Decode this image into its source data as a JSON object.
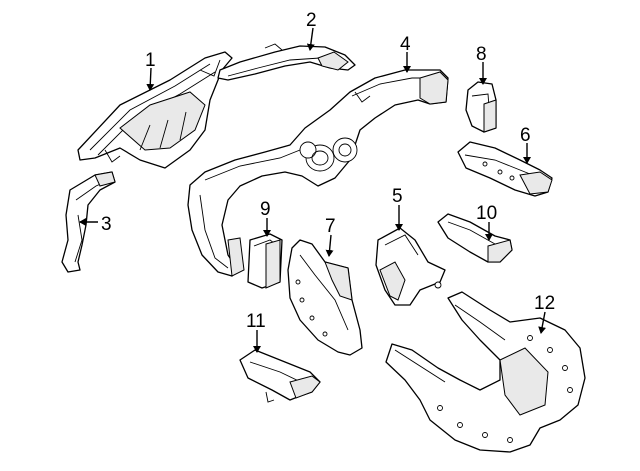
{
  "callouts": [
    {
      "id": "1",
      "text": "1"
    },
    {
      "id": "2",
      "text": "2"
    },
    {
      "id": "3",
      "text": "3"
    },
    {
      "id": "4",
      "text": "4"
    },
    {
      "id": "5",
      "text": "5"
    },
    {
      "id": "6",
      "text": "6"
    },
    {
      "id": "7",
      "text": "7"
    },
    {
      "id": "8",
      "text": "8"
    },
    {
      "id": "9",
      "text": "9"
    },
    {
      "id": "10",
      "text": "10"
    },
    {
      "id": "11",
      "text": "11"
    },
    {
      "id": "12",
      "text": "12"
    }
  ],
  "colors": {
    "line": "#000000",
    "background": "#ffffff",
    "shade": "#e9e9e9"
  }
}
